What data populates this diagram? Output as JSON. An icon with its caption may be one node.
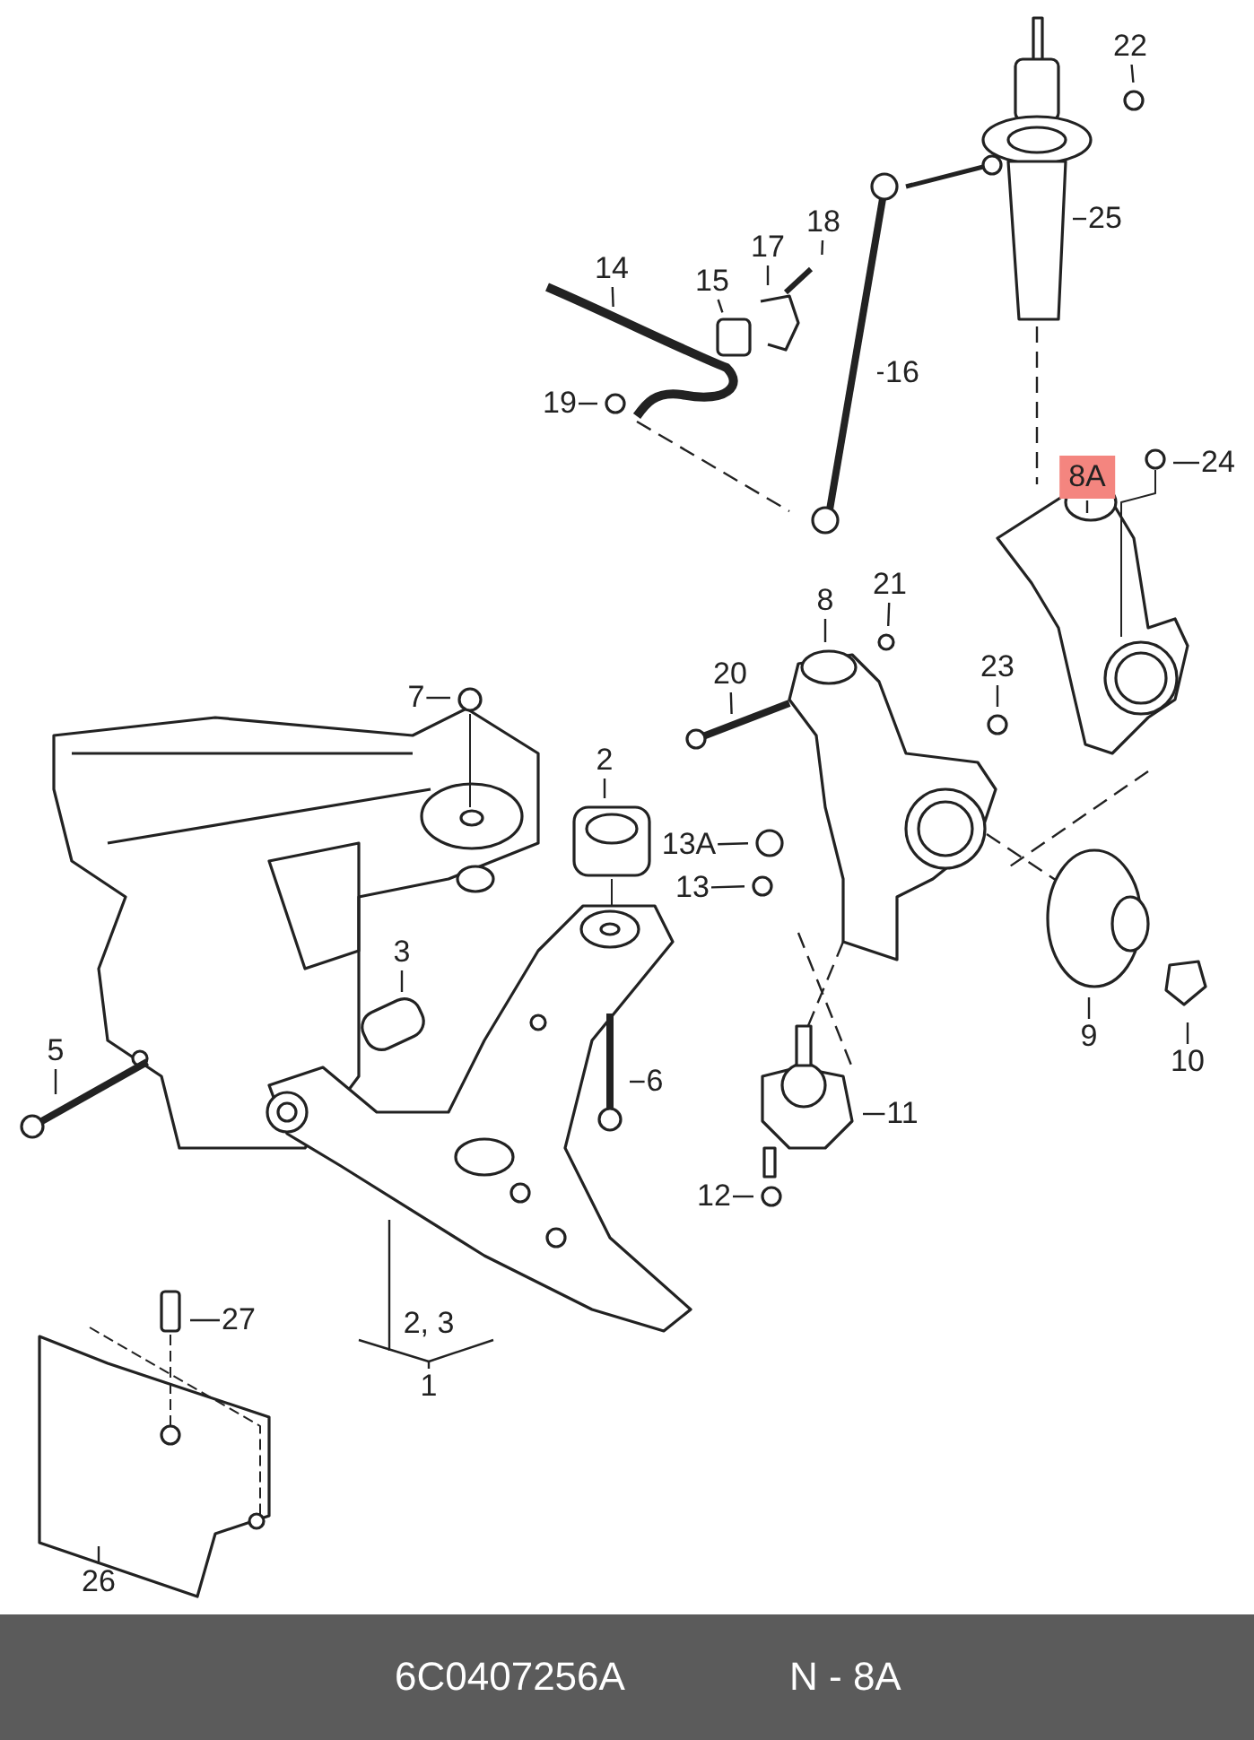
{
  "diagram": {
    "nodes": [
      {
        "text": [
          "22"
        ]
      },
      {
        "text": [
          "25"
        ]
      },
      {
        "text": [
          "18"
        ]
      },
      {
        "text": [
          "17"
        ]
      },
      {
        "text": [
          "14"
        ]
      },
      {
        "text": [
          "15"
        ]
      },
      {
        "text": [
          "16"
        ]
      },
      {
        "text": [
          "19"
        ]
      },
      {
        "text": [
          "8A"
        ]
      },
      {
        "text": [
          "24"
        ]
      },
      {
        "text": [
          "8"
        ]
      },
      {
        "text": [
          "21"
        ]
      },
      {
        "text": [
          "20"
        ]
      },
      {
        "text": [
          "23"
        ]
      },
      {
        "text": [
          "7"
        ]
      },
      {
        "text": [
          "2"
        ]
      },
      {
        "text": [
          "13A"
        ]
      },
      {
        "text": [
          "13"
        ]
      },
      {
        "text": [
          "3"
        ]
      },
      {
        "text": [
          "5"
        ]
      },
      {
        "text": [
          "9"
        ]
      },
      {
        "text": [
          "10"
        ]
      },
      {
        "text": [
          "6"
        ]
      },
      {
        "text": [
          "11"
        ]
      },
      {
        "text": [
          "12"
        ]
      },
      {
        "text": [
          "27"
        ]
      },
      {
        "text": [
          "2, 3"
        ]
      },
      {
        "text": [
          "1"
        ]
      },
      {
        "text": [
          "26"
        ]
      }
    ],
    "edges": [
      {
        "from": 0,
        "to": null,
        "arrow": "none"
      },
      {
        "from": 1,
        "to": null,
        "arrow": "none"
      },
      {
        "from": 2,
        "to": null,
        "arrow": "none"
      },
      {
        "from": 3,
        "to": null,
        "arrow": "none"
      },
      {
        "from": 4,
        "to": null,
        "arrow": "none"
      },
      {
        "from": 5,
        "to": null,
        "arrow": "none"
      },
      {
        "from": 6,
        "to": null,
        "arrow": "none"
      },
      {
        "from": 7,
        "to": null,
        "arrow": "none"
      },
      {
        "from": 8,
        "to": null,
        "arrow": "none"
      },
      {
        "from": 9,
        "to": null,
        "arrow": "none"
      },
      {
        "from": 10,
        "to": null,
        "arrow": "none"
      },
      {
        "from": 11,
        "to": null,
        "arrow": "none"
      },
      {
        "from": 12,
        "to": null,
        "arrow": "none"
      },
      {
        "from": 13,
        "to": null,
        "arrow": "none"
      },
      {
        "from": 14,
        "to": null,
        "arrow": "none"
      },
      {
        "from": 15,
        "to": null,
        "arrow": "none"
      },
      {
        "from": 16,
        "to": null,
        "arrow": "none"
      },
      {
        "from": 17,
        "to": null,
        "arrow": "none"
      },
      {
        "from": 18,
        "to": null,
        "arrow": "none"
      },
      {
        "from": 19,
        "to": null,
        "arrow": "none"
      },
      {
        "from": 20,
        "to": null,
        "arrow": "none"
      },
      {
        "from": 21,
        "to": null,
        "arrow": "none"
      },
      {
        "from": 22,
        "to": null,
        "arrow": "none"
      },
      {
        "from": 23,
        "to": null,
        "arrow": "none"
      },
      {
        "from": 24,
        "to": null,
        "arrow": "none"
      },
      {
        "from": 25,
        "to": null,
        "arrow": "none"
      },
      {
        "from": 27,
        "to": null,
        "arrow": "none"
      },
      {
        "from": 28,
        "to": null,
        "arrow": "none"
      }
    ],
    "labels": [
      "6C0407256A",
      "N - 8A"
    ]
  }
}
